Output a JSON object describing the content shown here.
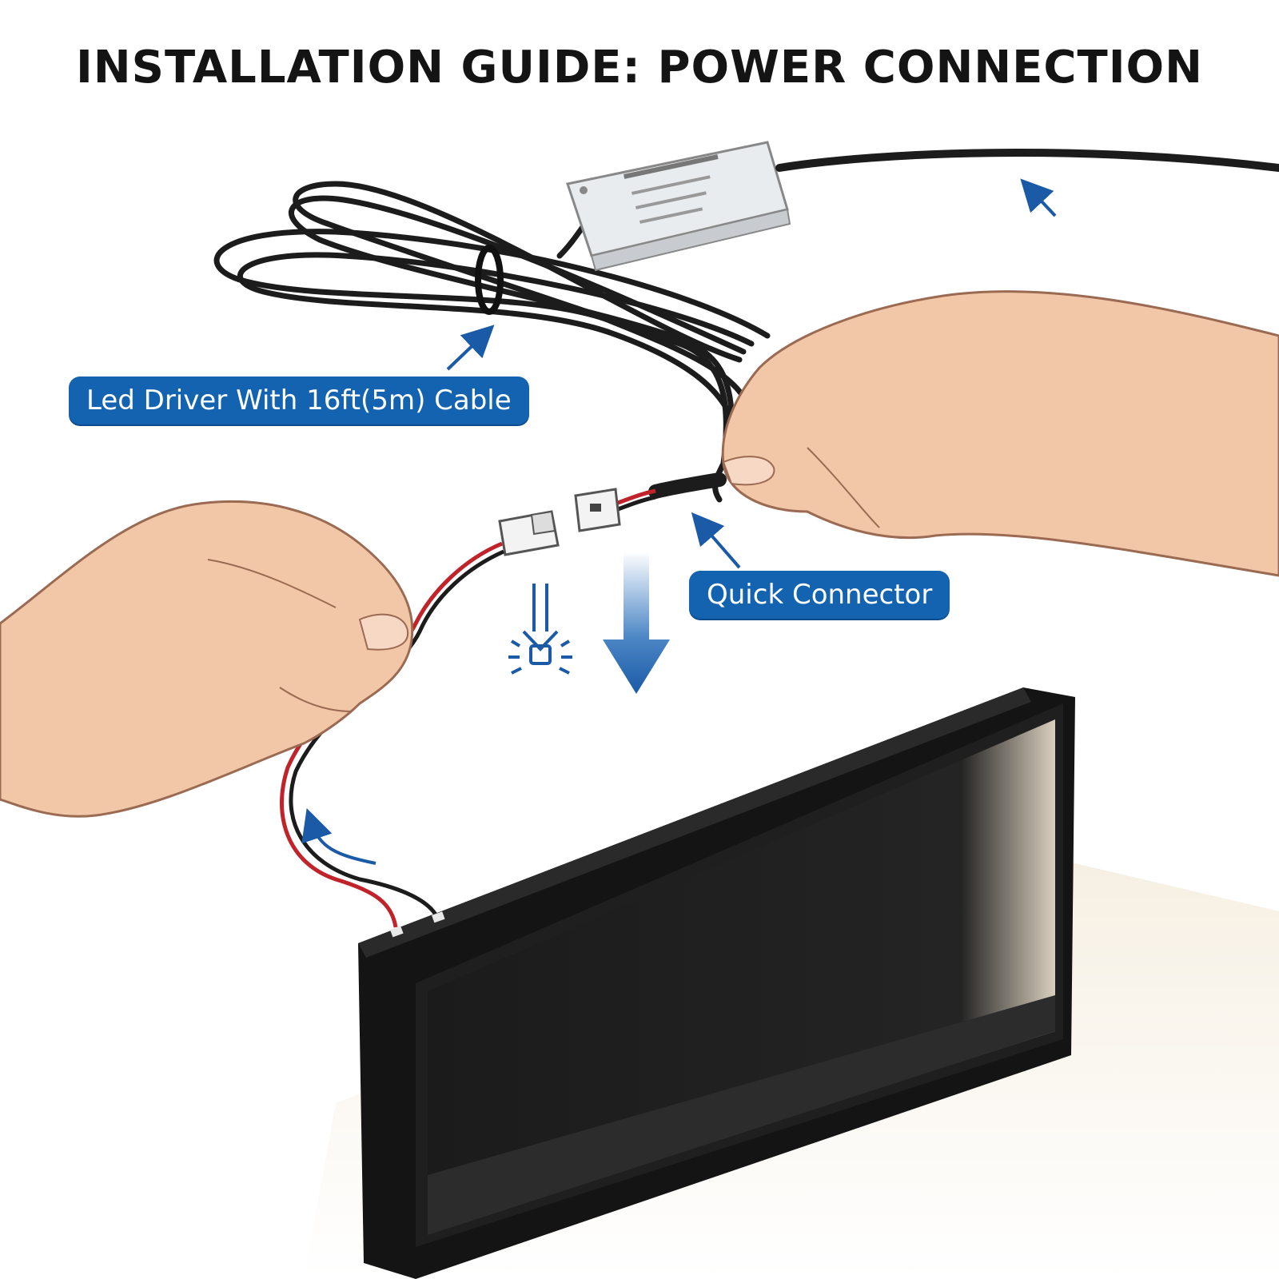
{
  "title": "INSTALLATION GUIDE: POWER CONNECTION",
  "callouts": {
    "driver": "Led Driver With 16ft(5m) Cable",
    "connector": "Quick Connector"
  },
  "colors": {
    "callout_bg": "#1463b0",
    "arrow": "#1a5aa6",
    "cable": "#1c1c1c",
    "red_wire": "#c0242a",
    "fixture": "#1e1e1e",
    "skin": "#f2c7a8"
  }
}
